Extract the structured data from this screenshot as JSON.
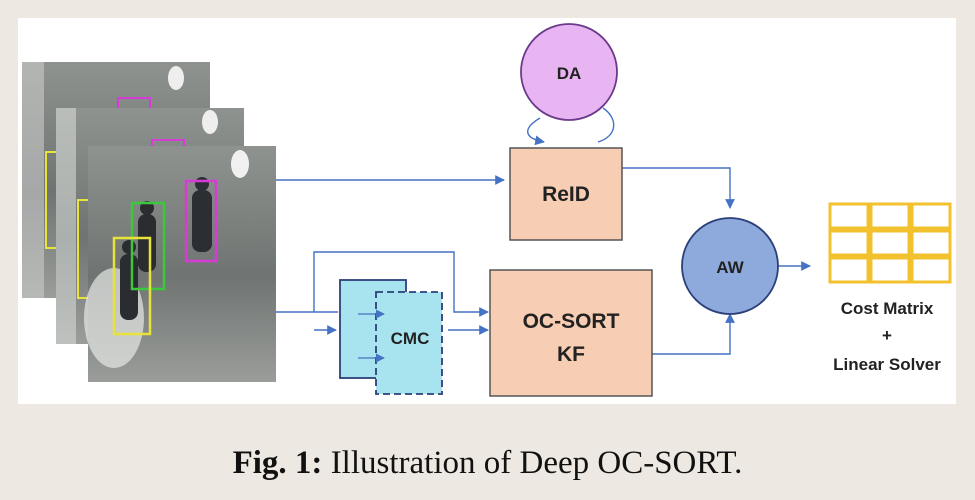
{
  "nodes": {
    "da": "DA",
    "reid": "ReID",
    "aw": "AW",
    "cmc": "CMC",
    "ocsort_line1": "OC-SORT",
    "ocsort_line2": "KF"
  },
  "output": {
    "line1": "Cost Matrix",
    "line2": "+",
    "line3": "Linear Solver"
  },
  "caption": {
    "label": "Fig. 1:",
    "text": "Illustration of Deep OC-SORT."
  },
  "colors": {
    "da_fill": "#e9b4f2",
    "reid_fill": "#f7cdb3",
    "ocsort_fill": "#f7cdb3",
    "aw_fill": "#8ea9db",
    "cmc_fill": "#a8e4f0",
    "grid_stroke": "#f2c12e",
    "arrow": "#4472c4"
  }
}
